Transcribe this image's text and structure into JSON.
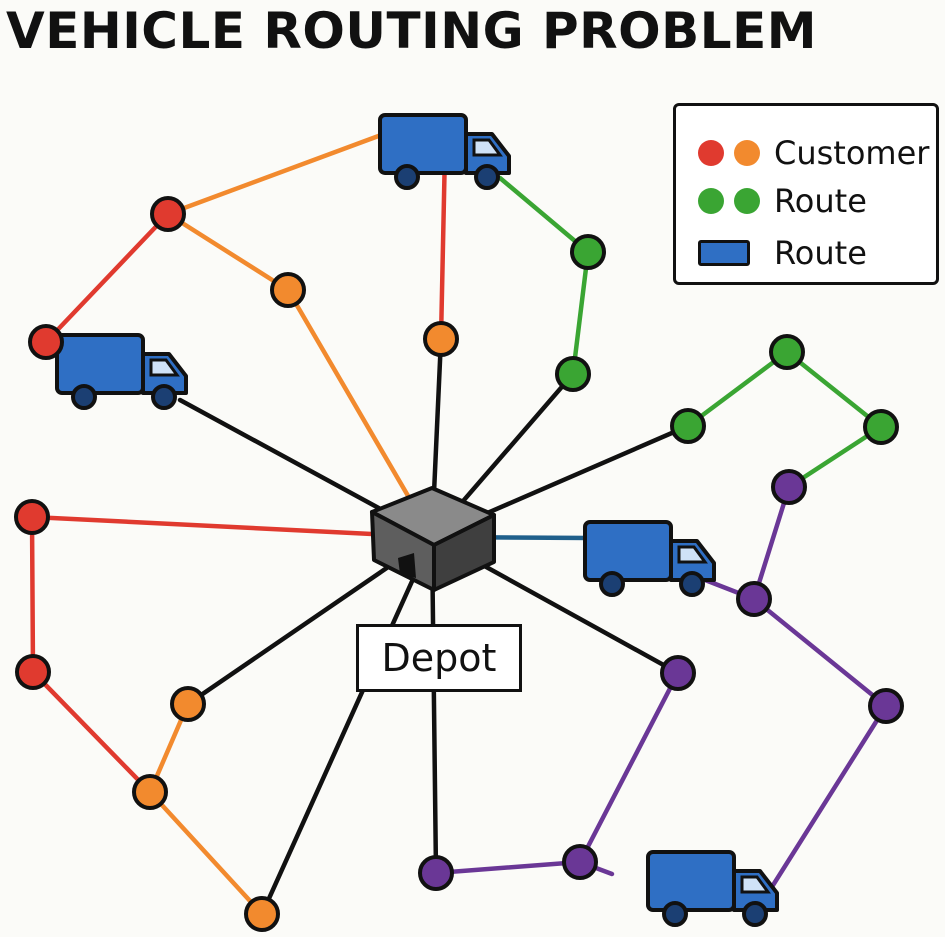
{
  "title": "VEHICLE ROUTING PROBLEM",
  "depot_label": "Depot",
  "legend": [
    {
      "label": "Customer",
      "swatches": [
        "#e03a2f",
        "#f28a2e"
      ]
    },
    {
      "label": "Route",
      "swatches": [
        "#3aa533",
        "#3aa533"
      ]
    },
    {
      "label": "Route",
      "swatches": [
        "truck"
      ]
    }
  ],
  "colors": {
    "red": "#e03a2f",
    "orange": "#f28a2e",
    "green": "#3aa533",
    "purple": "#6a3796",
    "black": "#111111",
    "teal": "#1f5f8b",
    "truck": "#2f6fc4",
    "depot": "#6d6d6d"
  },
  "icons": [
    "truck-icon",
    "depot-box-icon"
  ]
}
